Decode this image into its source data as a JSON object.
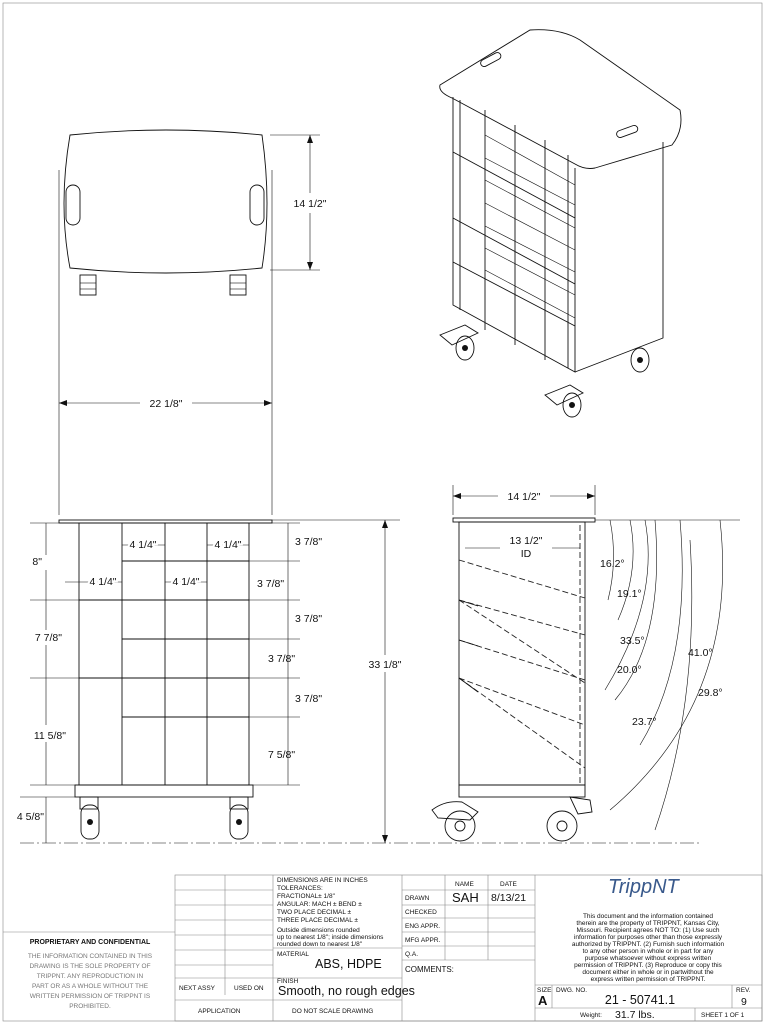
{
  "dimensions": {
    "top_depth": "14 1/2\"",
    "width": "22 1/8\"",
    "top_depth_side": "14 1/2\"",
    "inner_width": "13 1/2\"",
    "inner_width_sub": "ID",
    "cubby_w1": "4 1/4\"",
    "cubby_w2": "4 1/4\"",
    "cubby_w3": "4 1/4\"",
    "cubby_w4": "4 1/4\"",
    "h_8": "8\"",
    "h_7_7_8": "7 7/8\"",
    "h_11_5_8": "11 5/8\"",
    "h_4_5_8": "4 5/8\"",
    "r1": "3 7/8\"",
    "r2": "3 7/8\"",
    "r3": "3 7/8\"",
    "r4": "3 7/8\"",
    "r5": "3 7/8\"",
    "r6": "7 5/8\"",
    "total_height": "33 1/8\"",
    "angles": [
      "16.2°",
      "19.1°",
      "33.5°",
      "20.0°",
      "23.7°",
      "41.0°",
      "29.8°"
    ]
  },
  "title_block": {
    "units_note": "DIMENSIONS ARE IN INCHES",
    "tolerances": "TOLERANCES:",
    "fractional": "FRACTIONAL±  1/8\"",
    "angular": "ANGULAR: MACH ±    BEND ±",
    "two_place": "TWO PLACE DECIMAL    ±",
    "three_place": "THREE PLACE DECIMAL   ±",
    "round_note_1": "Outside dimensions rounded",
    "round_note_2": "up to nearest 1/8\"; inside dimensions",
    "round_note_3": "rounded down to nearest 1/8\"",
    "name_header": "NAME",
    "date_header": "DATE",
    "drawn_label": "DRAWN",
    "drawn_name": "SAH",
    "drawn_date": "8/13/21",
    "checked_label": "CHECKED",
    "eng_label": "ENG APPR.",
    "mfg_label": "MFG APPR.",
    "qa_label": "Q.A.",
    "comments_label": "COMMENTS:",
    "material_label": "MATERIAL",
    "material": "ABS, HDPE",
    "finish_label": "FINISH",
    "finish": "Smooth, no rough edges",
    "next_assy": "NEXT ASSY",
    "used_on": "USED ON",
    "application": "APPLICATION",
    "do_not_scale": "DO NOT SCALE DRAWING",
    "logo": "TrippNT",
    "legal_1": "This document and the information contained",
    "legal_2": "therein are the property of TRIPPNT, Kansas City,",
    "legal_3": "Missouri. Recipient agrees NOT TO: (1) Use such",
    "legal_4": "information for purposes other than those expressly",
    "legal_5": "authorized by TRIPPNT. (2) Furnish such information",
    "legal_6": "to any other person in whole or in part for any",
    "legal_7": "purpose whatsoever without express  written",
    "legal_8": "permission of TRIPPNT. (3) Reproduce or copy this",
    "legal_9": "document either in whole or in partwithout the",
    "legal_10": "express written permission of TRIPPNT.",
    "size_label": "SIZE",
    "size": "A",
    "dwg_no_label": "DWG.  NO.",
    "dwg_no": "21 - 50741.1",
    "rev_label": "REV.",
    "rev": "9",
    "weight_label": "Weight:",
    "weight": "31.7 lbs.",
    "sheet": "SHEET 1 OF 1"
  },
  "proprietary": {
    "heading": "PROPRIETARY AND CONFIDENTIAL",
    "line1": "THE INFORMATION CONTAINED IN THIS",
    "line2": "DRAWING IS THE SOLE PROPERTY OF",
    "line3": "TRIPPNT.  ANY REPRODUCTION IN",
    "line4": "PART OR AS A WHOLE WITHOUT THE",
    "line5": "WRITTEN PERMISSION OF TRIPPNT IS",
    "line6": "PROHIBITED."
  }
}
